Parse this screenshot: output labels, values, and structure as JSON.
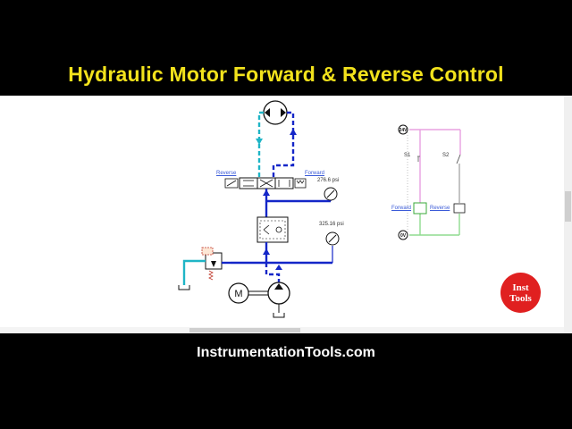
{
  "header": {
    "title": "Hydraulic Motor Forward & Reverse Control"
  },
  "footer": {
    "text": "InstrumentationTools.com"
  },
  "diagram": {
    "valve_labels": {
      "reverse": "Reverse",
      "forward": "Forward"
    },
    "gauges": {
      "upper_reading": "276.6 psi",
      "lower_reading": "325.16 psi"
    },
    "electrical": {
      "supply_high": "24V",
      "supply_low": "0V",
      "switch_1": "S1",
      "switch_2": "S2",
      "forward_label": "Forward",
      "reverse_label": "Reverse"
    },
    "motor_symbol": "M"
  },
  "logo": {
    "line1": "Inst",
    "line2": "Tools"
  },
  "colors": {
    "title": "#f2e21c",
    "pressure_line": "#1426c8",
    "return_line": "#1fb5c6",
    "control_pink": "#e8a0e0",
    "control_green": "#8fdc8f",
    "logo": "#e02020"
  }
}
